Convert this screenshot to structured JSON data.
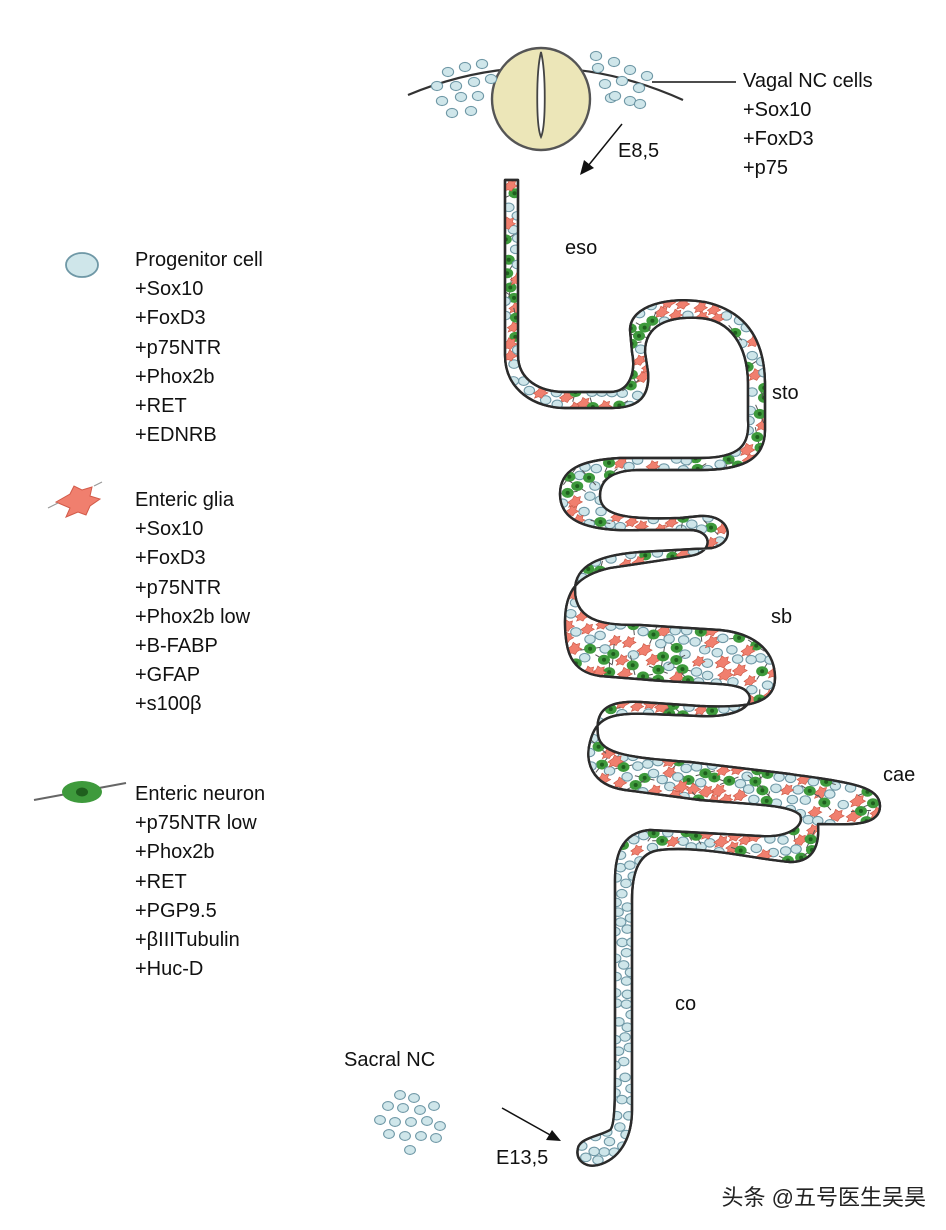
{
  "vagal": {
    "title": "Vagal NC cells",
    "markers": [
      "+Sox10",
      "+FoxD3",
      "+p75"
    ],
    "stage": "E8,5"
  },
  "legend": {
    "progenitor": {
      "title": "Progenitor cell",
      "markers": [
        "+Sox10",
        "+FoxD3",
        "+p75NTR",
        "+Phox2b",
        "+RET",
        "+EDNRB"
      ]
    },
    "glia": {
      "title": "Enteric glia",
      "markers": [
        "+Sox10",
        "+FoxD3",
        "+p75NTR",
        "+Phox2b low",
        "+B-FABP",
        "+GFAP",
        "+s100β"
      ]
    },
    "neuron": {
      "title": "Enteric neuron",
      "markers": [
        "+p75NTR low",
        "+Phox2b",
        "+RET",
        "+PGP9.5",
        "+βIIITubulin",
        "+Huc-D"
      ]
    }
  },
  "regions": {
    "eso": "eso",
    "sto": "sto",
    "sb": "sb",
    "cae": "cae",
    "co": "co"
  },
  "sacral": {
    "title": "Sacral NC",
    "stage": "E13,5"
  },
  "watermark": "头条 @五号医生吴昊",
  "colors": {
    "progenitor_fill": "#cfe6ea",
    "progenitor_stroke": "#6f98a6",
    "glia_fill": "#f07f6e",
    "neuron_fill": "#3e9a3c",
    "neural_tube_fill": "#ece6b8",
    "gut_outline": "#2b2b2b"
  }
}
